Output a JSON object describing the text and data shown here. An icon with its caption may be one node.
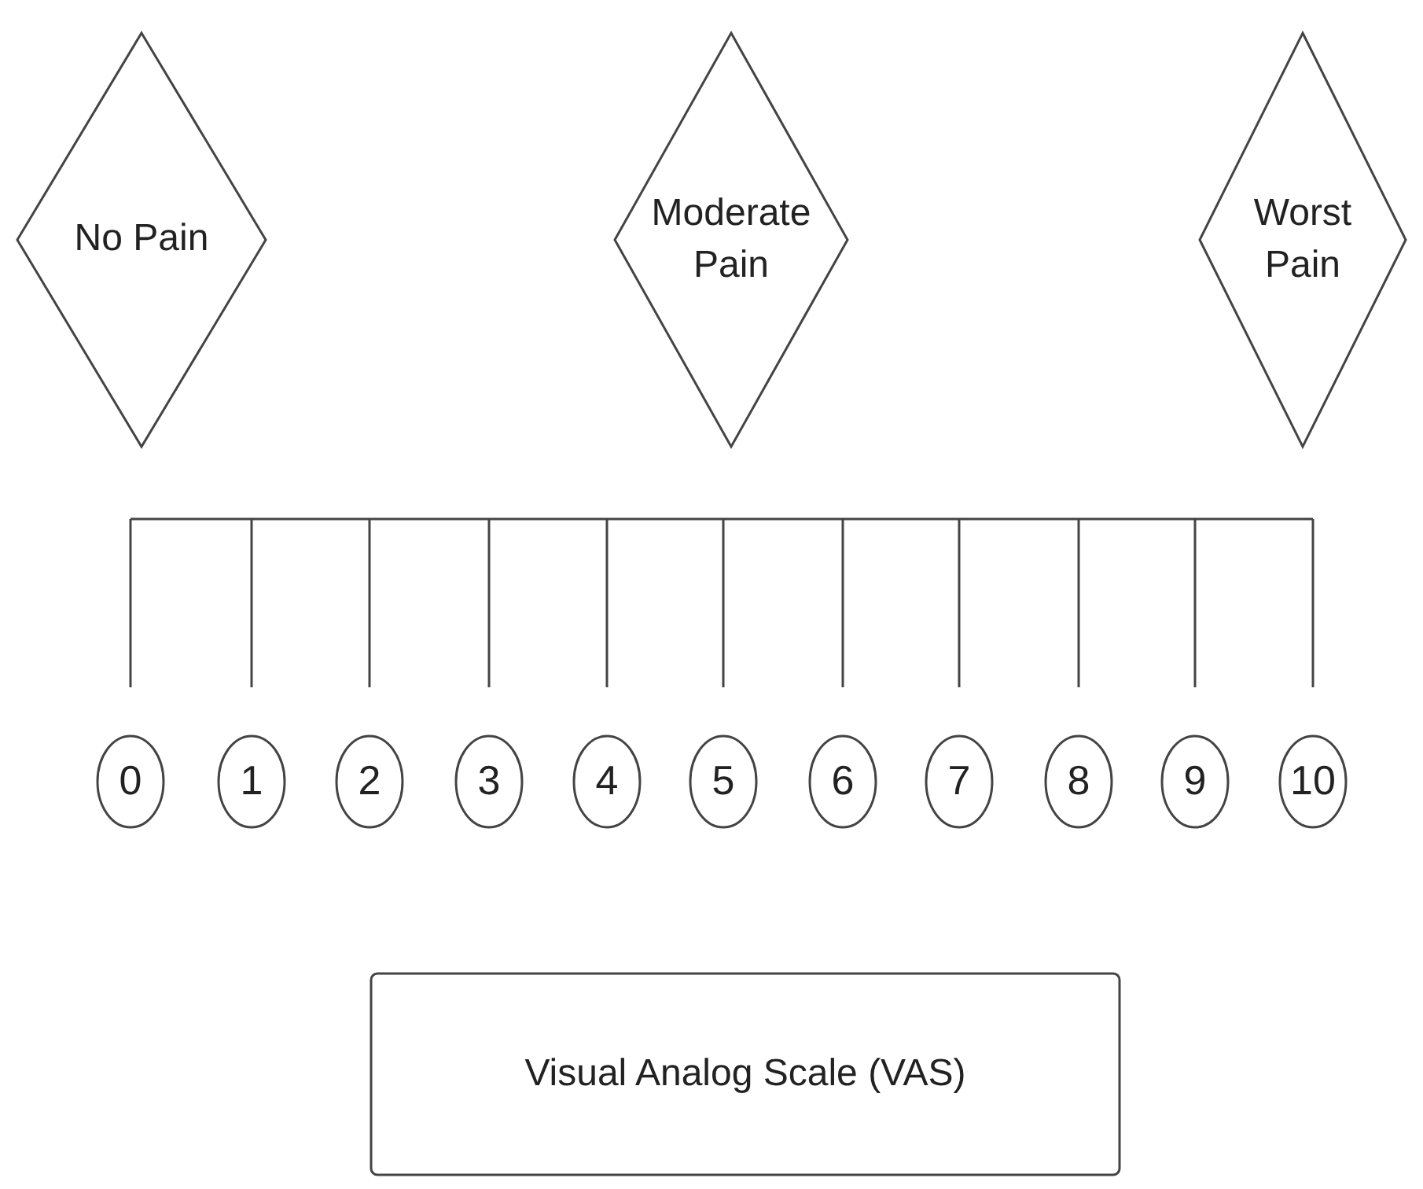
{
  "diagram": {
    "nodes": [
      {
        "text": [
          "No Pain"
        ]
      },
      {
        "text": [
          "Moderate Pain"
        ]
      },
      {
        "text": [
          "Worst Pain"
        ]
      },
      {
        "text": [
          "0"
        ]
      },
      {
        "text": [
          "1"
        ]
      },
      {
        "text": [
          "2"
        ]
      },
      {
        "text": [
          "3"
        ]
      },
      {
        "text": [
          "4"
        ]
      },
      {
        "text": [
          "5"
        ]
      },
      {
        "text": [
          "6"
        ]
      },
      {
        "text": [
          "7"
        ]
      },
      {
        "text": [
          "8"
        ]
      },
      {
        "text": [
          "9"
        ]
      },
      {
        "text": [
          "10"
        ]
      },
      {
        "text": [
          "Visual Analog Scale (VAS)"
        ]
      }
    ]
  }
}
